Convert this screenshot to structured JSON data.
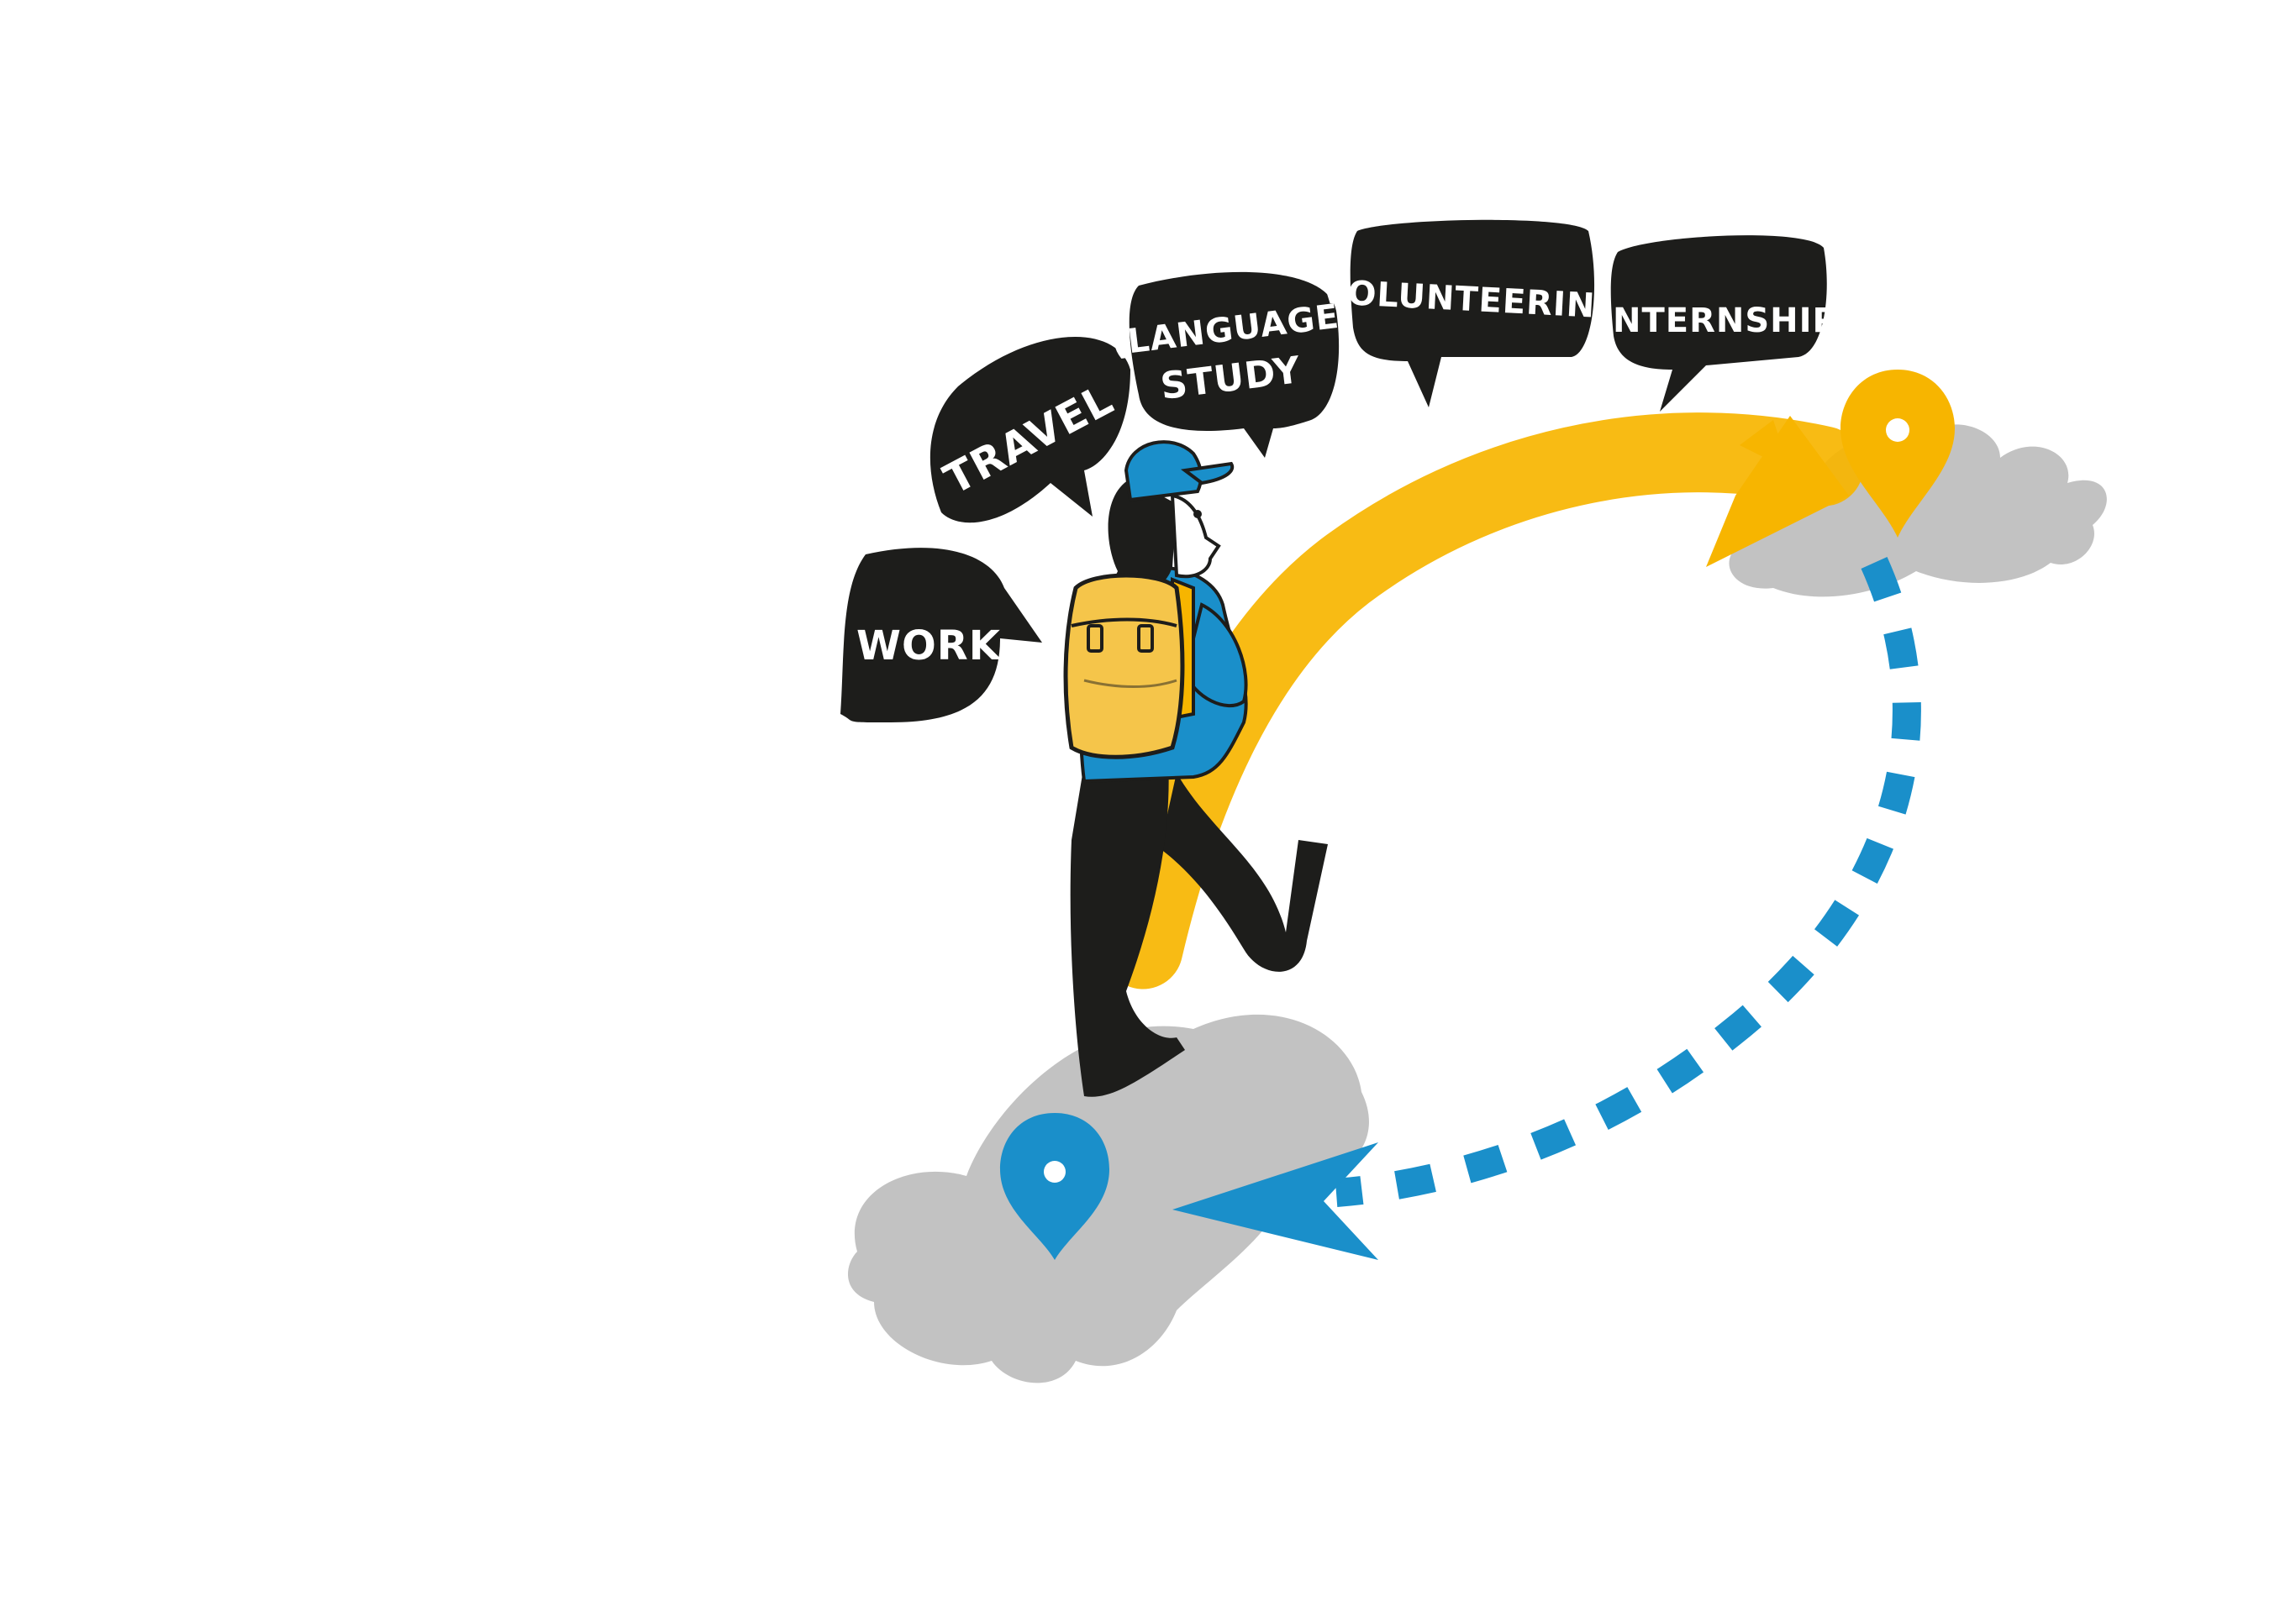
{
  "speech_bubbles": {
    "work": "WORK",
    "travel": "TRAVEL",
    "language_study_line1": "(LANGUAGE)",
    "language_study_line2": "STUDY",
    "volunteering": "VOLUNTEERING",
    "internship": "INTERNSHIP"
  },
  "colors": {
    "bubble": "#1d1d1b",
    "yellow": "#f7b500",
    "blue": "#1a8fca",
    "cloud": "#c2c2c2",
    "skin": "#ffffff",
    "pants": "#1d1d1b"
  },
  "icons": {
    "destination_pin": "map-pin-icon",
    "origin_pin": "map-pin-icon"
  }
}
